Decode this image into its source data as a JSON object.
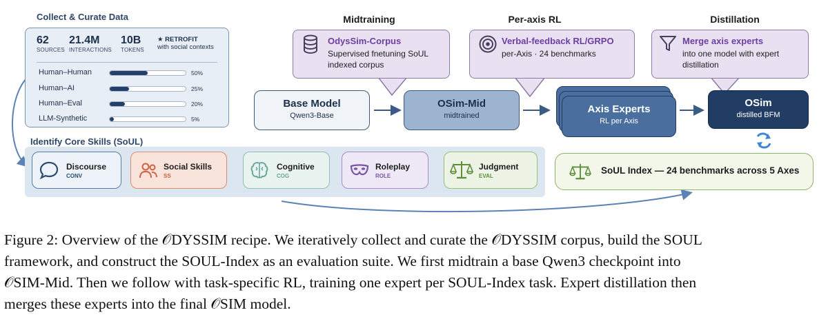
{
  "sections": {
    "collect": "Collect & Curate Data",
    "skills": "Identify Core Skills (SoUL)",
    "midtraining": "Midtraining",
    "rl": "Per-axis RL",
    "distillation": "Distillation"
  },
  "stats": [
    {
      "value": "62",
      "label": "SOURCES"
    },
    {
      "value": "21.4M",
      "label": "INTERACTIONS"
    },
    {
      "value": "10B",
      "label": "TOKENS"
    }
  ],
  "retrofit": {
    "title": "★ RETROFIT",
    "sub": "with social contexts"
  },
  "mix": [
    {
      "label": "Human–Human",
      "pct_text": "50%",
      "fraction": 0.5
    },
    {
      "label": "Human–AI",
      "pct_text": "25%",
      "fraction": 0.25
    },
    {
      "label": "Human–Eval",
      "pct_text": "20%",
      "fraction": 0.2
    },
    {
      "label": "LLM-Synthetic",
      "pct_text": "5%",
      "fraction": 0.05
    }
  ],
  "skills": [
    {
      "name": "Discourse",
      "abbr": "CONV",
      "icon": "speech-bubble-icon",
      "color": "#2c4a73"
    },
    {
      "name": "Social Skills",
      "abbr": "SS",
      "icon": "people-icon",
      "color": "#d2603f"
    },
    {
      "name": "Cognitive",
      "abbr": "COG",
      "icon": "brain-icon",
      "color": "#6aa89b"
    },
    {
      "name": "Roleplay",
      "abbr": "ROLE",
      "icon": "mask-icon",
      "color": "#7a55a3"
    },
    {
      "name": "Judgment",
      "abbr": "EVAL",
      "icon": "scales-icon",
      "color": "#5c8f3a"
    }
  ],
  "bubbles": {
    "mid": {
      "title": "OdysSim-Corpus",
      "sub1": "Supervised fnetuning SoUL",
      "sub2": "indexed corpus",
      "icon": "database-icon"
    },
    "rl": {
      "title": "Verbal-feedback RL/GRPO",
      "sub1": "per-Axis · 24 benchmarks",
      "icon": "target-icon"
    },
    "dist": {
      "title": "Merge axis experts",
      "sub1": "into one model with expert",
      "sub2": "distillation",
      "icon": "funnel-icon"
    }
  },
  "nodes": {
    "base": {
      "title": "Base Model",
      "sub": "Qwen3-Base"
    },
    "mid": {
      "title": "OSim-Mid",
      "sub": "midtrained"
    },
    "experts": {
      "title": "Axis Experts",
      "sub": "RL per Axis"
    },
    "osim": {
      "title": "OSim",
      "sub": "distilled BFM"
    }
  },
  "soul_index": {
    "label": "SoUL Index — 24 benchmarks across 5 Axes",
    "icon": "scales-icon"
  },
  "caption": {
    "line1": "Figure 2: Overview of the 𝒪DYSSIM recipe. We iteratively collect and curate the 𝒪DYSSIM corpus, build the SOUL",
    "line2": "framework, and construct the SOUL-Index as an evaluation suite. We first midtrain a base Qwen3 checkpoint into",
    "line3": "𝒪SIM-Mid. Then we follow with task-specific RL, training one expert per SOUL-Index task. Expert distillation then",
    "line4": "merges these experts into the final 𝒪SIM model."
  },
  "colors": {
    "navy": "#24406a",
    "purple": "#6b3fa0",
    "green": "#5c8f3a"
  }
}
